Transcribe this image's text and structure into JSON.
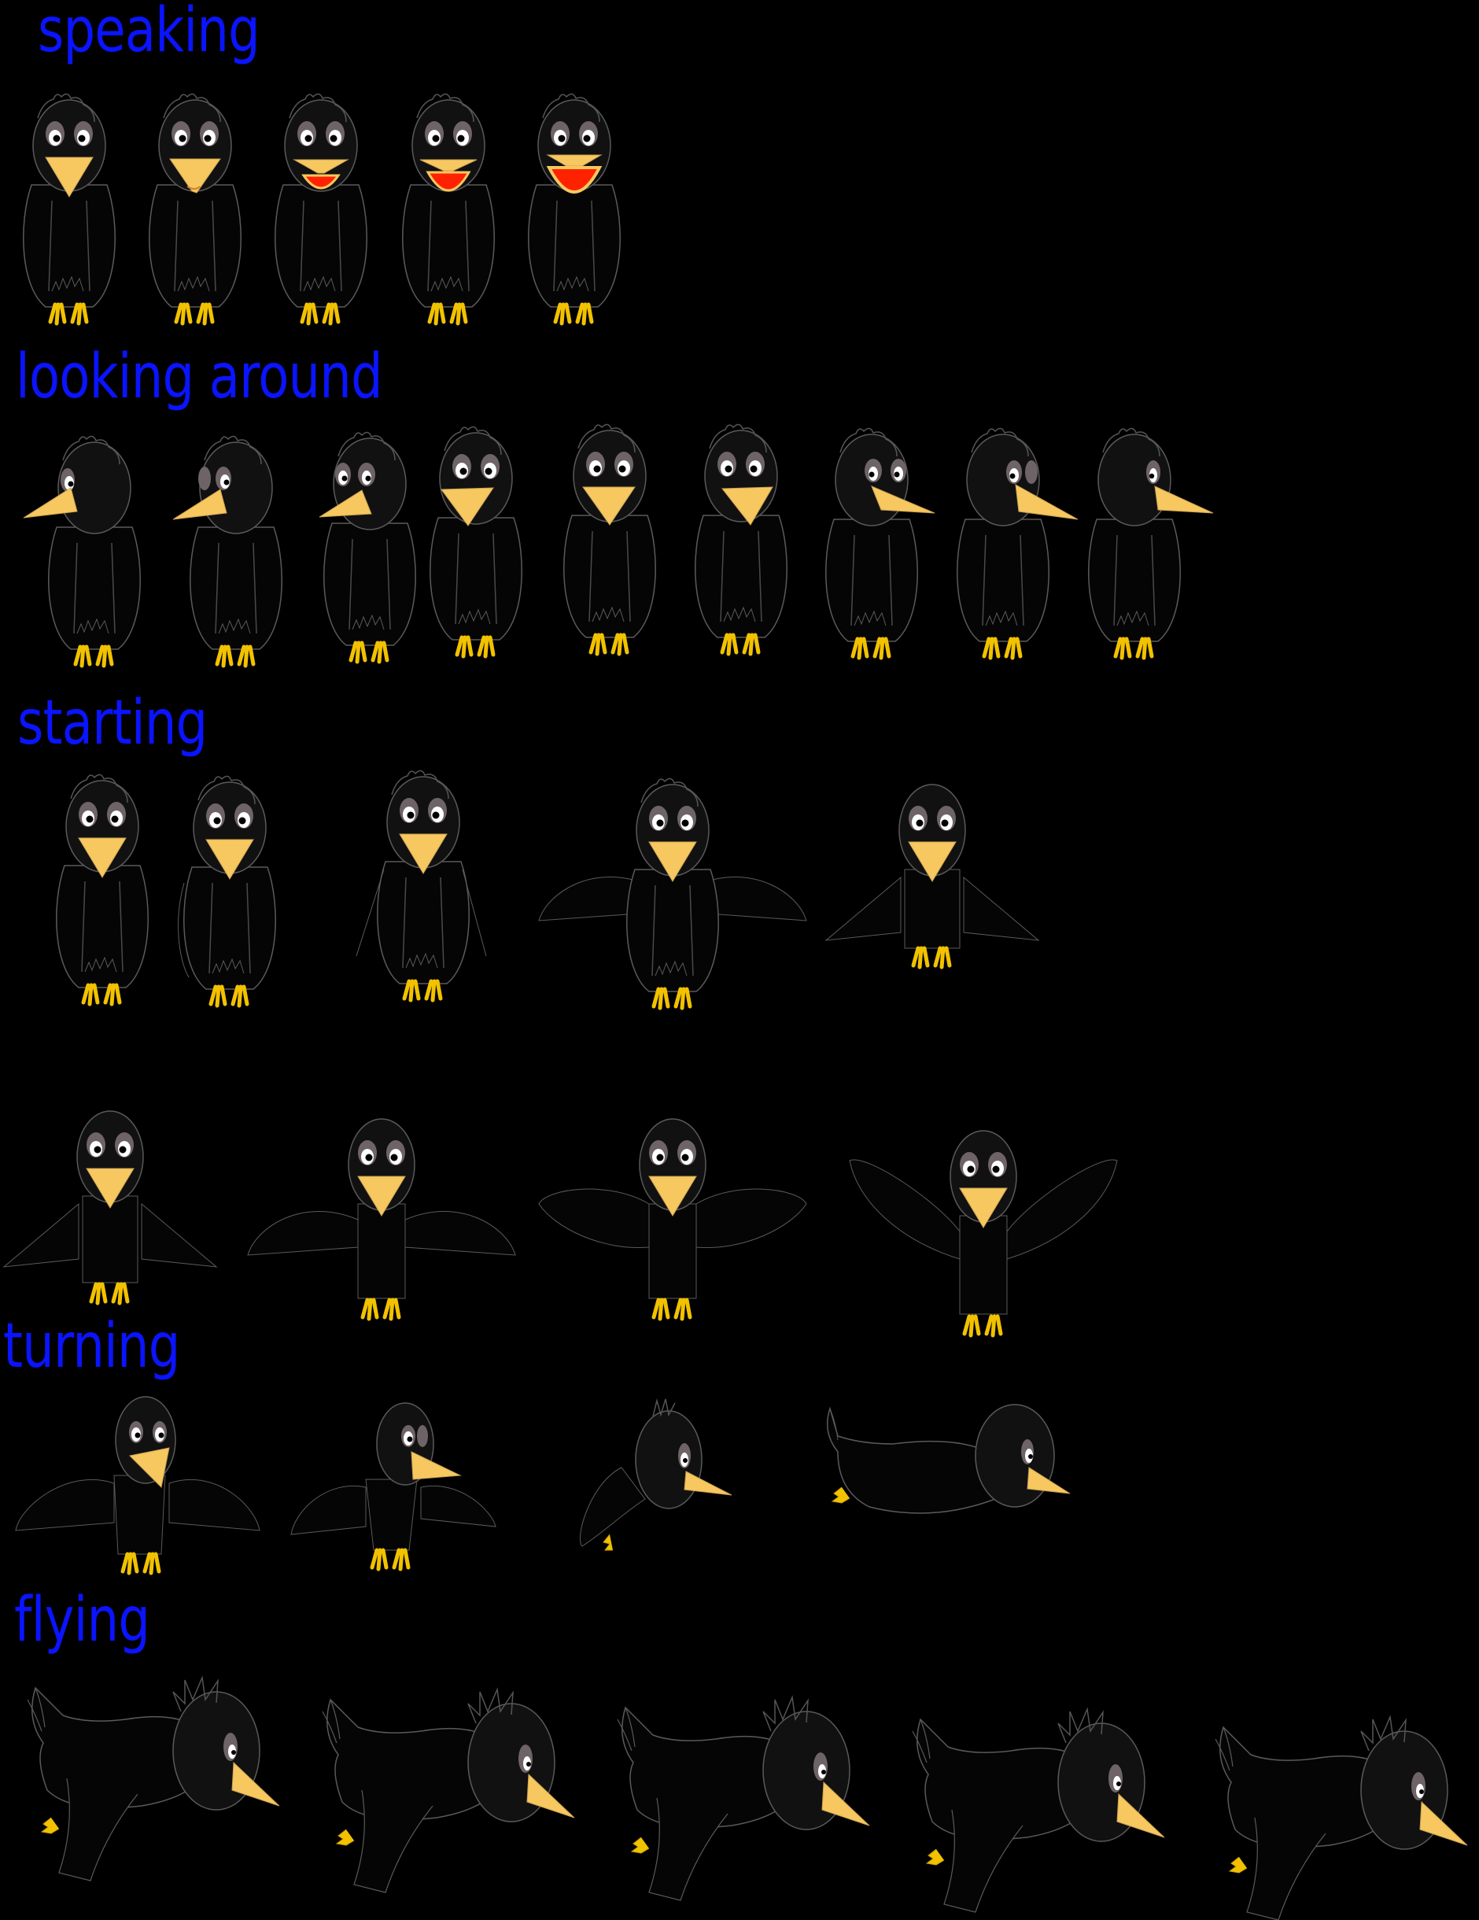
{
  "sheet": {
    "background": "#000000",
    "label_color": "#0a14ff",
    "colors": {
      "body": "#050505",
      "head": "#111111",
      "outline": "#5a5a5a",
      "beak": "#f7c860",
      "beak_shade": "#c9a050",
      "feet": "#f2c200",
      "eye_patch": "#6e6366",
      "eye_white": "#ffffff",
      "mouth": "#ff2200"
    }
  },
  "sections": [
    {
      "id": "speaking",
      "label": "speaking",
      "frame_count": 5
    },
    {
      "id": "looking_around",
      "label": "looking around",
      "frame_count": 9
    },
    {
      "id": "starting",
      "label": "starting",
      "frame_count": 9
    },
    {
      "id": "turning",
      "label": "turning",
      "frame_count": 4
    },
    {
      "id": "flying",
      "label": "flying",
      "frame_count": 5
    }
  ]
}
